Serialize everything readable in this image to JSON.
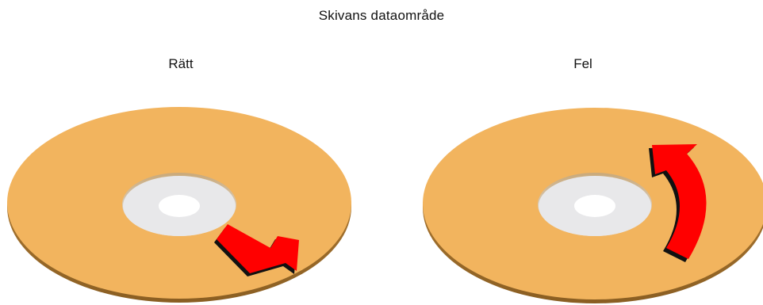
{
  "title": "Skivans dataområde",
  "panels": [
    {
      "label": "Rätt",
      "arrow_direction": "outward"
    },
    {
      "label": "Fel",
      "arrow_direction": "circumferential"
    }
  ],
  "colors": {
    "disc_face": "#F2B45E",
    "disc_edge": "#B58236",
    "hub": "#E8E8EA",
    "hole": "#FFFFFF",
    "arrow": "#FF0000",
    "arrow_shadow": "#111111"
  }
}
